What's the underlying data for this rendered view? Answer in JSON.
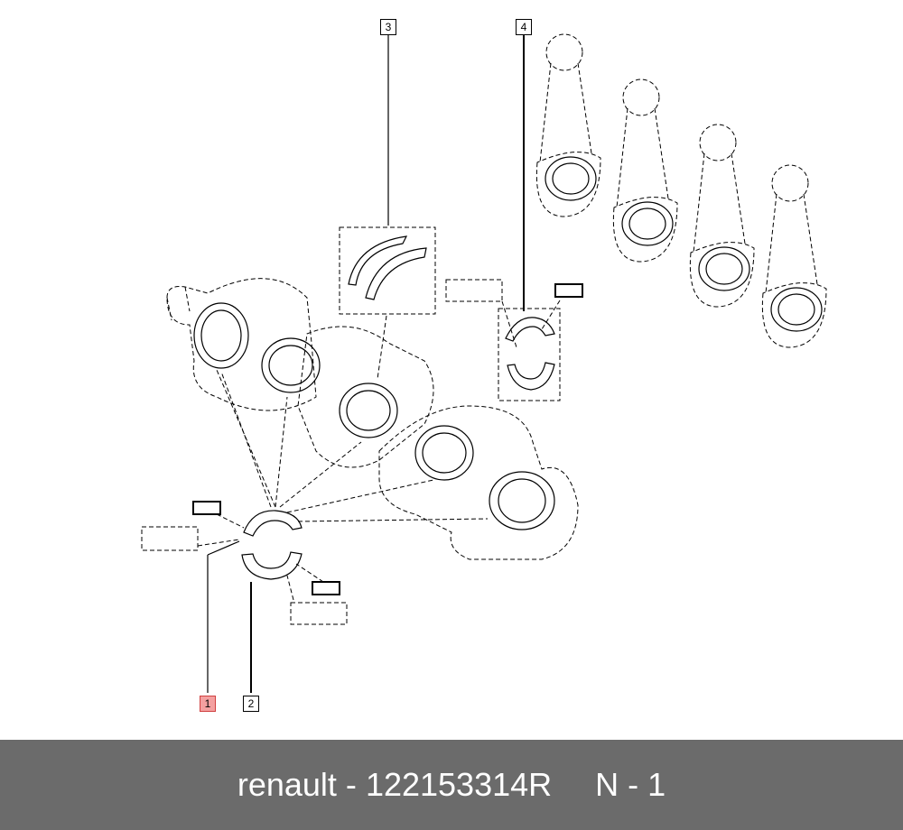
{
  "callouts": [
    {
      "id": "1",
      "label": "1",
      "active": true
    },
    {
      "id": "2",
      "label": "2",
      "active": false
    },
    {
      "id": "3",
      "label": "3",
      "active": false
    },
    {
      "id": "4",
      "label": "4",
      "active": false
    }
  ],
  "footer": {
    "brand": "renault",
    "separator": "-",
    "part_number": "122153314R",
    "position": "N - 1"
  },
  "colors": {
    "footer_bg": "#6b6b6b",
    "footer_text": "#ffffff",
    "highlight": "#f4a0a0"
  }
}
